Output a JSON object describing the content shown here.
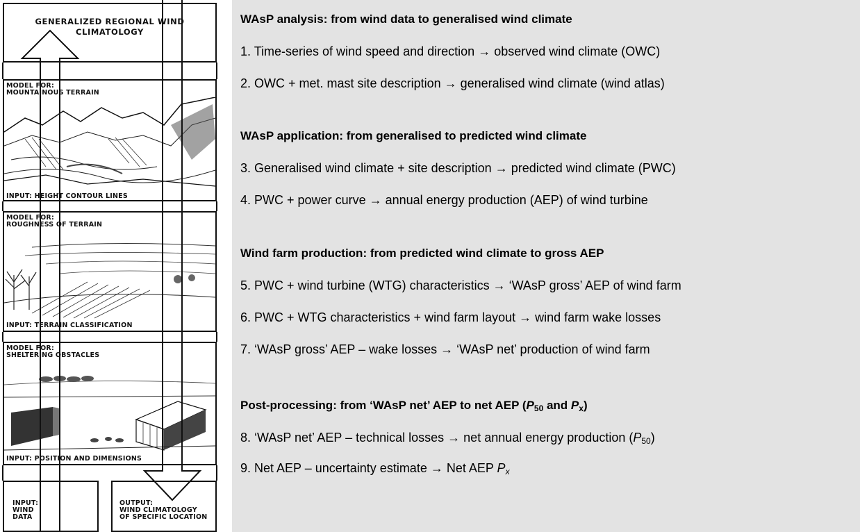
{
  "diagram": {
    "title": "GENERALIZED REGIONAL WIND\nCLIMATOLOGY",
    "panels": [
      {
        "model": "MODEL FOR:\nMOUNTAINOUS TERRAIN",
        "input": "INPUT: HEIGHT CONTOUR LINES"
      },
      {
        "model": "MODEL FOR:\nROUGHNESS OF TERRAIN",
        "input": "INPUT: TERRAIN CLASSIFICATION"
      },
      {
        "model": "MODEL FOR:\nSHELTERING OBSTACLES",
        "input": "INPUT: POSITION AND DIMENSIONS"
      }
    ],
    "input_box": "INPUT:\nWIND\nDATA",
    "output_box": "OUTPUT:\nWIND CLIMATOLOGY\nOF SPECIFIC LOCATION"
  },
  "sections": [
    {
      "heading": "WAsP analysis: from wind data to generalised wind climate",
      "items": [
        {
          "num": "1.",
          "text": "Time-series of wind speed and direction → observed wind climate (OWC)"
        },
        {
          "num": "2.",
          "text": "OWC + met. mast site description → generalised wind climate (wind atlas)"
        }
      ]
    },
    {
      "heading": "WAsP application: from generalised to predicted wind climate",
      "items": [
        {
          "num": "3.",
          "text": "Generalised wind climate + site description → predicted wind climate (PWC)"
        },
        {
          "num": "4.",
          "text": "PWC + power curve → annual energy production (AEP) of wind turbine"
        }
      ]
    },
    {
      "heading": "Wind farm production: from predicted wind climate to gross AEP",
      "items": [
        {
          "num": "5.",
          "text": "PWC + wind turbine (WTG) characteristics → ‘WAsP gross’ AEP of wind farm"
        },
        {
          "num": "6.",
          "text": "PWC + WTG characteristics + wind farm layout → wind farm wake losses"
        },
        {
          "num": "7.",
          "text": "‘WAsP gross’ AEP – wake losses → ‘WAsP net’ production of wind farm"
        }
      ]
    },
    {
      "heading_main": "Post-processing: from ‘WAsP net’ AEP to net AEP (",
      "heading_p": "P",
      "heading_p_sub": "50",
      "heading_and": " and ",
      "heading_px": "P",
      "heading_px_sub": "x",
      "heading_close": ")",
      "items": [
        {
          "num": "8.",
          "text": "‘WAsP net’ AEP – technical losses → net annual energy production (",
          "p": "P",
          "p_sub": "50",
          "close": ")"
        },
        {
          "num": "9.",
          "text": "Net AEP – uncertainty estimate → Net AEP ",
          "p": "P",
          "p_sub": "x"
        }
      ]
    }
  ]
}
